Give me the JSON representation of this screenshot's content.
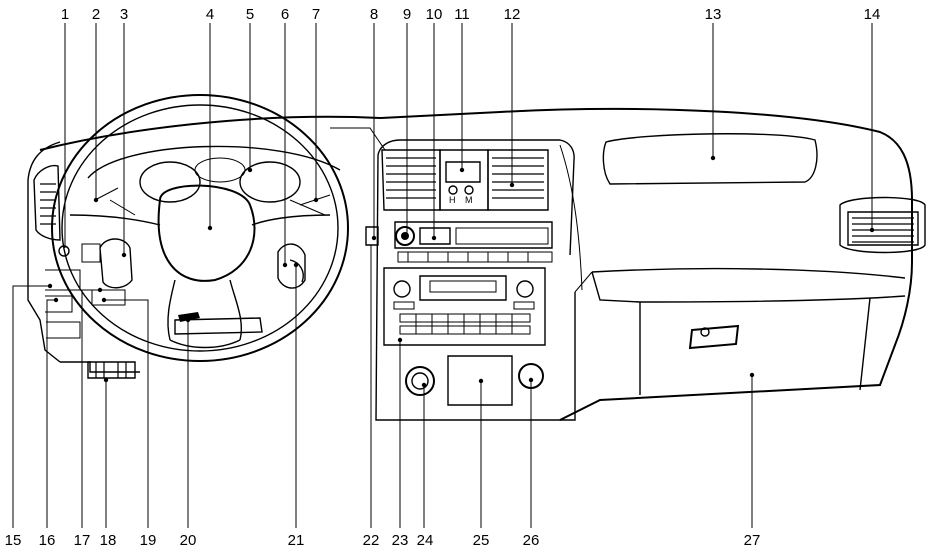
{
  "callouts": [
    {
      "n": "1"
    },
    {
      "n": "2"
    },
    {
      "n": "3"
    },
    {
      "n": "4"
    },
    {
      "n": "5"
    },
    {
      "n": "6"
    },
    {
      "n": "7"
    },
    {
      "n": "8"
    },
    {
      "n": "9"
    },
    {
      "n": "10"
    },
    {
      "n": "11"
    },
    {
      "n": "12"
    },
    {
      "n": "13"
    },
    {
      "n": "14"
    },
    {
      "n": "15"
    },
    {
      "n": "16"
    },
    {
      "n": "17"
    },
    {
      "n": "18"
    },
    {
      "n": "19"
    },
    {
      "n": "20"
    },
    {
      "n": "21"
    },
    {
      "n": "22"
    },
    {
      "n": "23"
    },
    {
      "n": "24"
    },
    {
      "n": "25"
    },
    {
      "n": "26"
    },
    {
      "n": "27"
    }
  ],
  "mirror_switch": {
    "left_label": "H",
    "right_label": "M"
  }
}
